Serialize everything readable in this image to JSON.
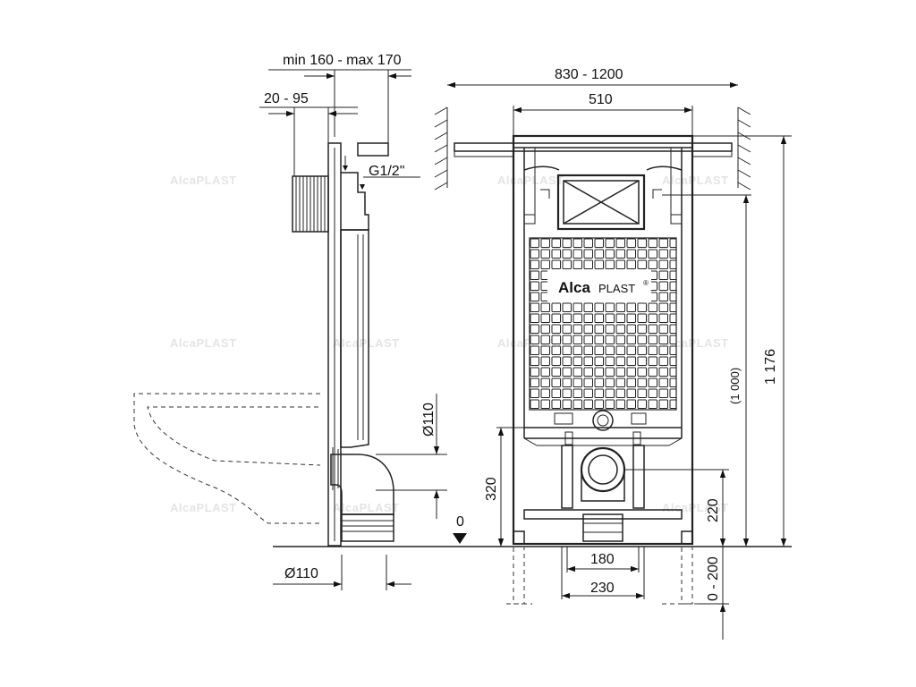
{
  "dimensions": {
    "top_frame_width": "min 160 - max 170",
    "offset": "20 - 95",
    "thread": "G1/2\"",
    "drain_side": "Ø110",
    "height_320": "320",
    "drain_bottom": "Ø110",
    "zero_level": "0",
    "install_width": "830 - 1200",
    "frame_width": "510",
    "height_1000": "(1 000)",
    "height_1176": "1 176",
    "height_220": "220",
    "foot_adjust": "0 - 200",
    "bolt_180": "180",
    "bolt_230": "230"
  },
  "logo": {
    "part1": "Alca",
    "part2": "PLAST",
    "mark": "®"
  },
  "watermark": "AlcaPLAST"
}
